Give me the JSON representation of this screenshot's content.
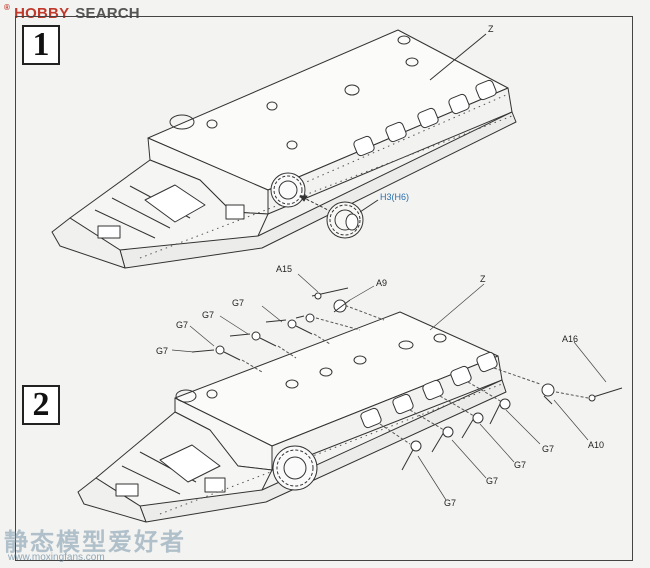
{
  "branding": {
    "registered_mark": "®",
    "name_part1": "HOBBY",
    "name_part2": "SEARCH"
  },
  "steps": [
    {
      "number": "1",
      "labels": {
        "hull": "Z",
        "part": "H3(H6)"
      }
    },
    {
      "number": "2",
      "labels": {
        "hull": "Z",
        "a15": "A15",
        "a9": "A9",
        "a16": "A16",
        "a10": "A10",
        "g7": "G7"
      }
    }
  ],
  "watermark": {
    "chinese": "静态模型爱好者",
    "url": "www.moxingfans.com"
  },
  "colors": {
    "callout_blue": "#2a6fb0",
    "brand_red": "#c0392b"
  }
}
